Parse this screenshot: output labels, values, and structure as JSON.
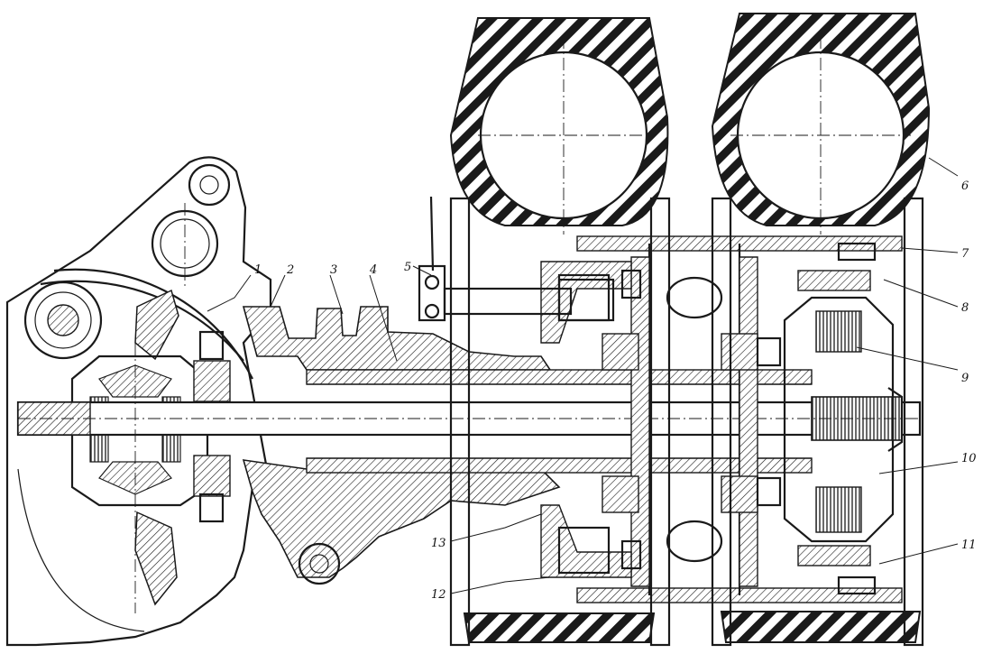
{
  "callouts": [
    {
      "id": "1",
      "text": "1"
    },
    {
      "id": "2",
      "text": "2"
    },
    {
      "id": "3",
      "text": "3"
    },
    {
      "id": "4",
      "text": "4"
    },
    {
      "id": "5",
      "text": "5"
    },
    {
      "id": "6",
      "text": "6"
    },
    {
      "id": "7",
      "text": "7"
    },
    {
      "id": "8",
      "text": "8"
    },
    {
      "id": "9",
      "text": "9"
    },
    {
      "id": "10",
      "text": "10"
    },
    {
      "id": "11",
      "text": "11"
    },
    {
      "id": "12",
      "text": "12"
    },
    {
      "id": "13",
      "text": "13"
    }
  ],
  "colors": {
    "ink": "#1a1a1a",
    "background": "#ffffff"
  }
}
